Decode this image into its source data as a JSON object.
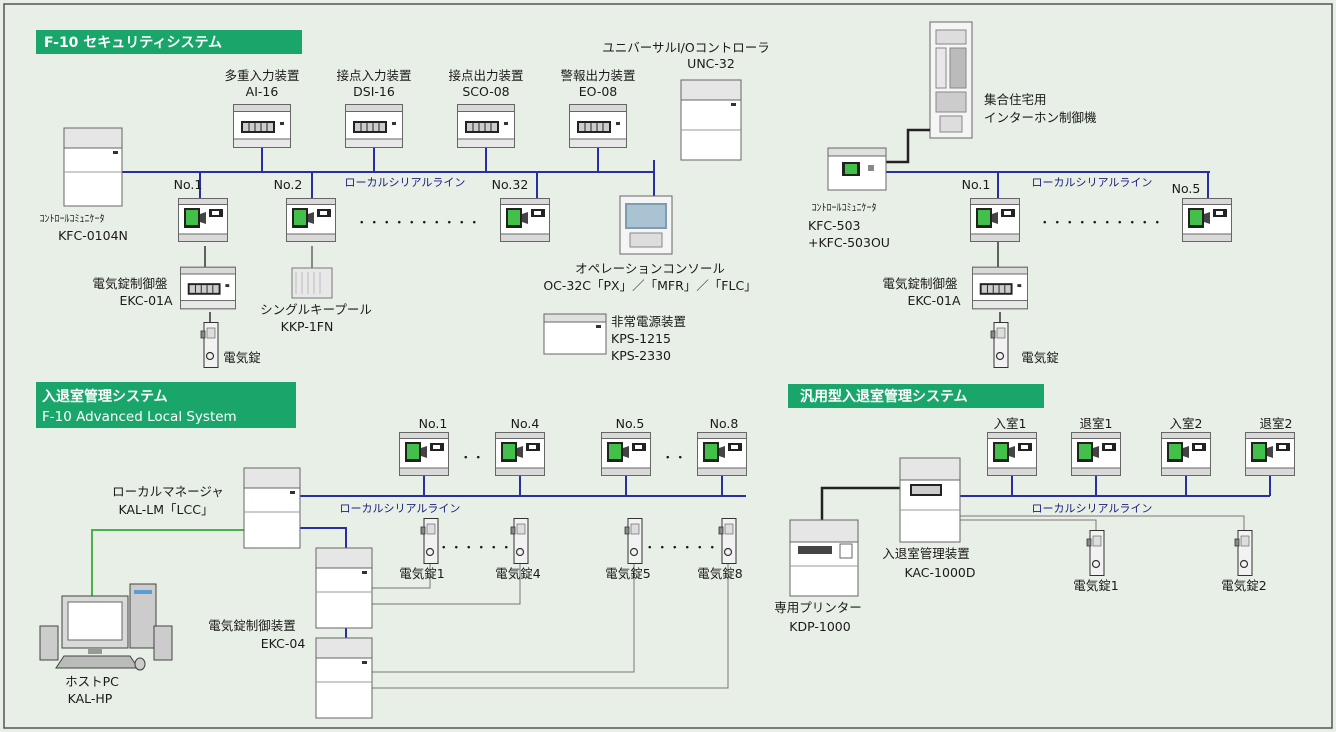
{
  "panels": {
    "f10": {
      "title": "F-10 セキュリティシステム",
      "ai16": {
        "name": "多重入力装置",
        "model": "AI-16"
      },
      "dsi16": {
        "name": "接点入力装置",
        "model": "DSI-16"
      },
      "sco08": {
        "name": "接点出力装置",
        "model": "SCO-08"
      },
      "eo08": {
        "name": "警報出力装置",
        "model": "EO-08"
      },
      "unc32": {
        "name": "ユニバーサルI/Oコントローラ",
        "model": "UNC-32"
      },
      "kfc0104n": {
        "name": "ｺﾝﾄﾛｰﾙｺﾐｭﾆｹｰﾀ",
        "model": "KFC-0104N"
      },
      "line_label": "ローカルシリアルライン",
      "no1": "No.1",
      "no2": "No.2",
      "no32": "No.32",
      "ekc01a": {
        "name": "電気錠制御盤",
        "model": "EKC-01A"
      },
      "kkp": {
        "name": "シングルキープール",
        "model": "KKP-1FN"
      },
      "lock": "電気錠",
      "oc32c": {
        "name": "オペレーションコンソール",
        "model": "OC-32C「PX」／「MFR」／「FLC」"
      },
      "kps": {
        "name": "非常電源装置",
        "model1": "KPS-1215",
        "model2": "KPS-2330"
      }
    },
    "intercom": {
      "controller": {
        "line1": "集合住宅用",
        "line2": "インターホン制御機"
      },
      "kfc503": {
        "name": "ｺﾝﾄﾛｰﾙｺﾐｭﾆｹｰﾀ",
        "model1": "KFC-503",
        "model2": "+KFC-503OU"
      },
      "no1": "No.1",
      "no5": "No.5",
      "line_label": "ローカルシリアルライン",
      "ekc01a": {
        "name": "電気錠制御盤",
        "model": "EKC-01A"
      },
      "lock": "電気錠"
    },
    "access": {
      "title1": "入退室管理システム",
      "title2": "F-10 Advanced Local System",
      "readers": [
        "No.1",
        "No.4",
        "No.5",
        "No.8"
      ],
      "lm": {
        "name": "ローカルマネージャ",
        "model": "KAL-LM「LCC」"
      },
      "line_label": "ローカルシリアルライン",
      "locks": [
        "電気錠1",
        "電気錠4",
        "電気錠5",
        "電気錠8"
      ],
      "ekc04": {
        "name": "電気錠制御装置",
        "model": "EKC-04"
      },
      "pc": {
        "name": "ホストPC",
        "model": "KAL-HP"
      }
    },
    "generic": {
      "title": "汎用型入退室管理システム",
      "readers": [
        "入室1",
        "退室1",
        "入室2",
        "退室2"
      ],
      "line_label": "ローカルシリアルライン",
      "kac": {
        "name": "入退室管理装置",
        "model": "KAC-1000D"
      },
      "printer": {
        "name": "専用プリンター",
        "model": "KDP-1000"
      },
      "locks": [
        "電気錠1",
        "電気錠2"
      ]
    }
  },
  "colors": {
    "background": "#e8efe6",
    "header_green": "#1aa56b",
    "bus_line": "#2a2fa0",
    "network_line": "#4caf50",
    "reader_screen": "#43c04a"
  }
}
